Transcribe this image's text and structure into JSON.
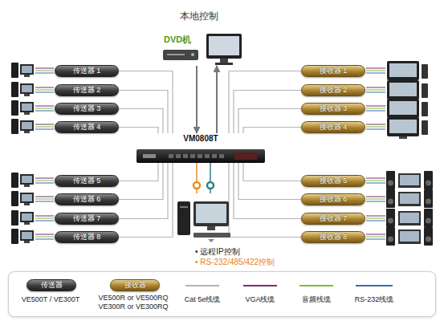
{
  "diagram": {
    "title": "本地控制",
    "nodes": [
      {
        "text": [
          "DVD机"
        ]
      },
      {
        "text": [
          "VM0808T"
        ]
      },
      {
        "text": [
          "传送器 1"
        ]
      },
      {
        "text": [
          "传送器 2"
        ]
      },
      {
        "text": [
          "传送器 3"
        ]
      },
      {
        "text": [
          "传送器 4"
        ]
      },
      {
        "text": [
          "传送器 5"
        ]
      },
      {
        "text": [
          "传送器 6"
        ]
      },
      {
        "text": [
          "传送器 7"
        ]
      },
      {
        "text": [
          "传送器 8"
        ]
      },
      {
        "text": [
          "接收器 1"
        ]
      },
      {
        "text": [
          "接收器 2"
        ]
      },
      {
        "text": [
          "接收器 3"
        ]
      },
      {
        "text": [
          "接收器 4"
        ]
      },
      {
        "text": [
          "接收器 5"
        ]
      },
      {
        "text": [
          "接收器 6"
        ]
      },
      {
        "text": [
          "接收器 7"
        ]
      },
      {
        "text": [
          "接收器 8"
        ]
      },
      {
        "text": [
          "• 远程IP控制",
          "• RS-232/485/422控制"
        ]
      }
    ],
    "edges": [
      {
        "from": 0,
        "to": 1,
        "arrow": "to"
      },
      {
        "from": 1,
        "to": 0,
        "arrow": "to"
      },
      {
        "from": 2,
        "to": 1,
        "arrow": "none"
      },
      {
        "from": 3,
        "to": 1,
        "arrow": "none"
      },
      {
        "from": 4,
        "to": 1,
        "arrow": "none"
      },
      {
        "from": 5,
        "to": 1,
        "arrow": "none"
      },
      {
        "from": 6,
        "to": 1,
        "arrow": "none"
      },
      {
        "from": 7,
        "to": 1,
        "arrow": "none"
      },
      {
        "from": 8,
        "to": 1,
        "arrow": "none"
      },
      {
        "from": 9,
        "to": 1,
        "arrow": "none"
      },
      {
        "from": 1,
        "to": 10,
        "arrow": "none"
      },
      {
        "from": 1,
        "to": 11,
        "arrow": "none"
      },
      {
        "from": 1,
        "to": 12,
        "arrow": "none"
      },
      {
        "from": 1,
        "to": 13,
        "arrow": "none"
      },
      {
        "from": 1,
        "to": 14,
        "arrow": "none"
      },
      {
        "from": 1,
        "to": 15,
        "arrow": "none"
      },
      {
        "from": 1,
        "to": 16,
        "arrow": "none"
      },
      {
        "from": 1,
        "to": 17,
        "arrow": "none"
      },
      {
        "from": 1,
        "to": 18,
        "arrow": "none"
      },
      {
        "from": 1,
        "to": 18,
        "arrow": "none"
      }
    ],
    "labels": [
      "传送器",
      "接收器"
    ],
    "legend": [
      {
        "text": "VE500T / VE300T"
      },
      {
        "text": "VE500R or VE500RQ VE300R or VE300RQ"
      },
      {
        "text": "Cat 5e线缆"
      },
      {
        "text": "VGA线缆"
      },
      {
        "text": "音频线缆"
      },
      {
        "text": "RS-232线缆"
      }
    ]
  }
}
